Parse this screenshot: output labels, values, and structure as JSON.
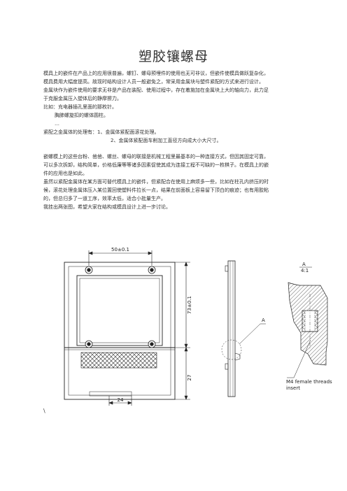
{
  "doc": {
    "title": "塑胶镶螺母",
    "p1": [
      "模具上的嵌件在产品上的应用很普遍，螺钉、螺母预埋件的使用也无可非议，但嵌件使模具做跃复杂化，",
      "模具费用大幅度提高。故现时结构设计人员一般避免之，常采用金属块与塑件紧配的方式来进行设计。",
      "金属块作为嵌件使用的要求无非是产品在装配、使用过程中，存在着施加在金属块上大的轴向力，此力足",
      "于克服金属压入塑体后的静摩擦力。"
    ],
    "example_label": "比如：充电器插孔里面的那枚针。",
    "example_item": "胸肺螺旋扣的螺体圆柱。",
    "ellipsis": "…",
    "methods_intro": "紧配之金属体的处理有：1、金属体紧配面滚花处理。",
    "methods_item2": "2、金属体紧配面车削加工直径方向成大小大尺寸。",
    "p2": [
      "嵌螺模上的这些台粉、凿凿、螺丝、螺母的联接是机械工程里最基本的一种连接方式，但因其固定可靠，",
      "可以多次拆卸，结构简单，价格低廉等等诸多因素促使其成为连接工程不可缺的一枚棋子。在模具上的嵌",
      "件的应用也是如此。"
    ],
    "p3": [
      "虽然以紧配金属体在某方面可替代模具上的嵌件，但紧配合在使用上麻烦多一些，比如在柱孔内挤压的时",
      "候，滚花处理金属体压入某位置回使塑料件拉长一点，结果在前面板上容易留下顶白的痕迹；也有用胶粘",
      "的，但总归多了一道工序，效率太低，适合小批量生产。"
    ],
    "closing": "我挂出两张图，希望大家在结构或模具设计上进一步讨论。",
    "stray_mark": "\\"
  },
  "drawing": {
    "dim_top": "50±0.1",
    "dim_side_top": "73±0.1",
    "dim_side_bottom": "27",
    "dim_bottom": "24",
    "label_a": "A",
    "detail_title": "A",
    "detail_scale": "4:1",
    "label_a_right": "A",
    "note_line1": "M4 female threads",
    "note_line2": "insert"
  }
}
